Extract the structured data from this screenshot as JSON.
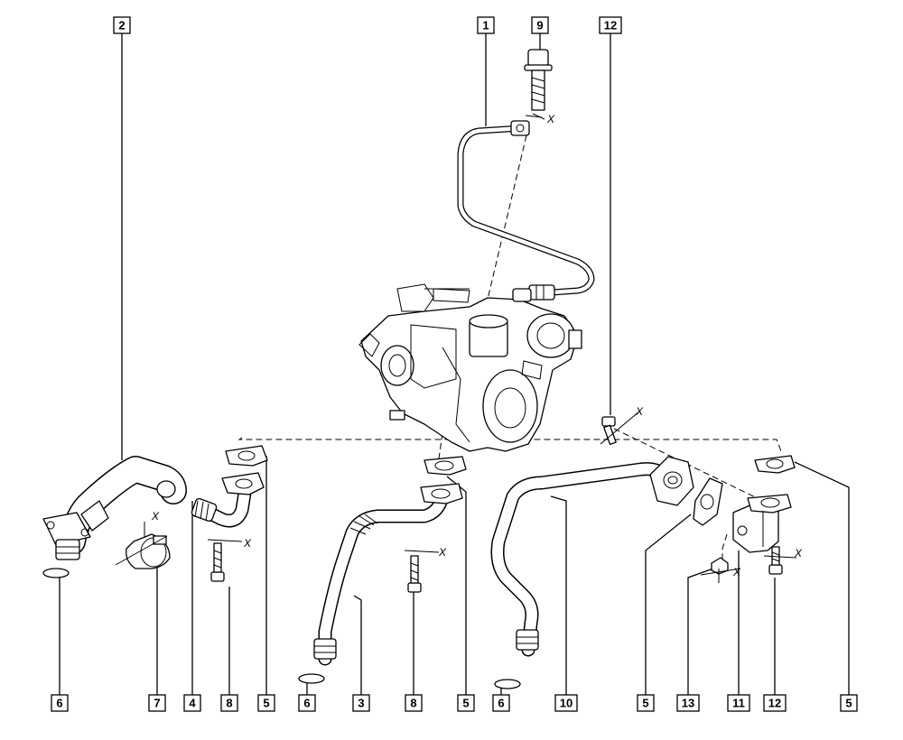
{
  "callouts": {
    "top_1": "1",
    "top_9": "9",
    "top_12": "12",
    "top_2": "2",
    "bottom": [
      "6",
      "7",
      "4",
      "8",
      "5",
      "6",
      "3",
      "8",
      "5",
      "6",
      "10",
      "5",
      "13",
      "11",
      "12",
      "5"
    ]
  },
  "tighten_marks": [
    "X",
    "X",
    "X",
    "X",
    "X",
    "X",
    "X"
  ]
}
